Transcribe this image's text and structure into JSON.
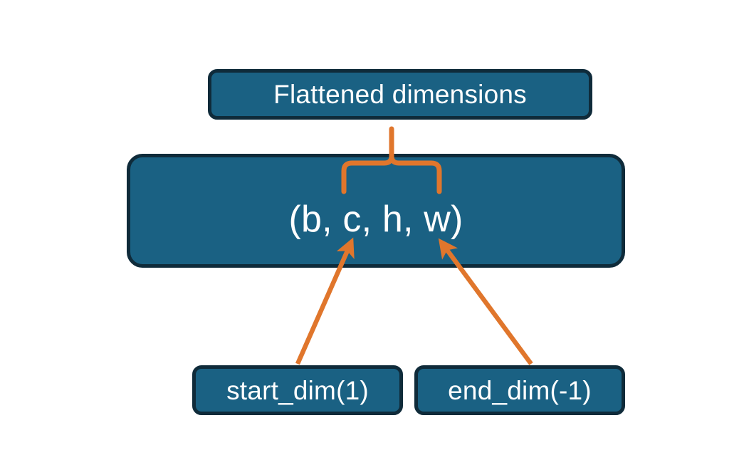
{
  "diagram": {
    "title_node": {
      "label": "Flattened dimensions"
    },
    "shape_node": {
      "label": "(b, c, h, w)"
    },
    "start_node": {
      "label": "start_dim(1)"
    },
    "end_node": {
      "label": "end_dim(-1)"
    },
    "colors": {
      "node_fill": "#1a6183",
      "node_border": "#0f2b3a",
      "node_text": "#ffffff",
      "accent": "#e0762c",
      "background": "#ffffff"
    },
    "connectors": {
      "brace_label": "flattened-range-brace",
      "start_arrow_label": "start-dim-arrow",
      "end_arrow_label": "end-dim-arrow"
    }
  }
}
